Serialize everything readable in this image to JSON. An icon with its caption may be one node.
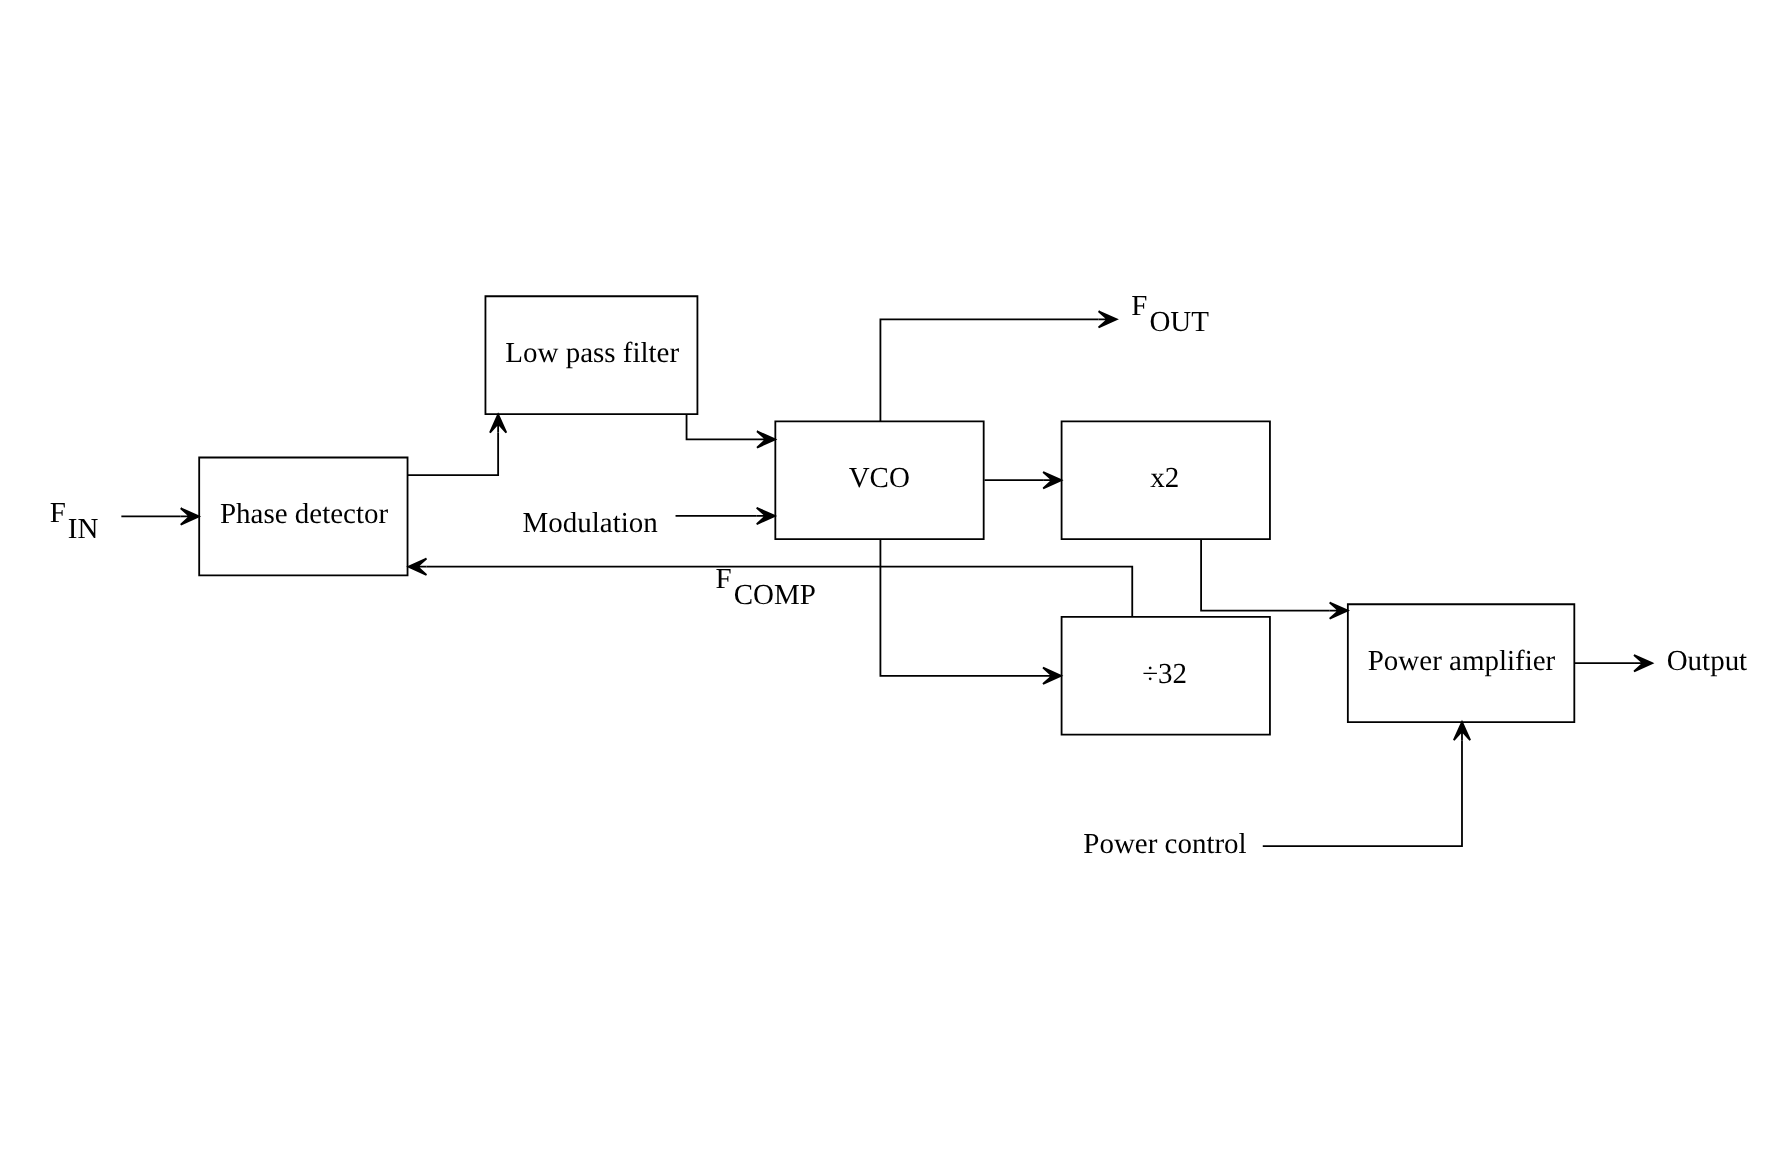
{
  "diagram": {
    "nodes": [
      {
        "text": [
          "F$_{IN}$"
        ]
      },
      {
        "text": [
          "Phase detector"
        ]
      },
      {
        "text": [
          "Low pass filter"
        ]
      },
      {
        "text": [
          "Modulation"
        ]
      },
      {
        "text": [
          "VCO"
        ]
      },
      {
        "text": [
          "F$_{OUT}$"
        ]
      },
      {
        "text": [
          "÷32"
        ]
      },
      {
        "text": [
          "x2"
        ]
      },
      {
        "text": [
          "Power amplifier"
        ]
      },
      {
        "text": [
          "Output"
        ]
      },
      {
        "text": [
          "Power control"
        ]
      }
    ],
    "edges": [
      {
        "from": 0,
        "to": 1,
        "arrow": "to"
      },
      {
        "from": 1,
        "to": 2,
        "arrow": "to"
      },
      {
        "from": 2,
        "to": 4,
        "arrow": "to"
      },
      {
        "from": 3,
        "to": 4,
        "arrow": "to"
      },
      {
        "from": 4,
        "to": 5,
        "arrow": "to"
      },
      {
        "from": 4,
        "to": 6,
        "arrow": "to"
      },
      {
        "from": 6,
        "to": 1,
        "arrow": "to",
        "label": "F$_{COMP}$"
      },
      {
        "from": 4,
        "to": 7,
        "arrow": "to"
      },
      {
        "from": 7,
        "to": 8,
        "arrow": "to"
      },
      {
        "from": 8,
        "to": 9,
        "arrow": "to"
      },
      {
        "from": 10,
        "to": 8,
        "arrow": "to"
      }
    ]
  }
}
